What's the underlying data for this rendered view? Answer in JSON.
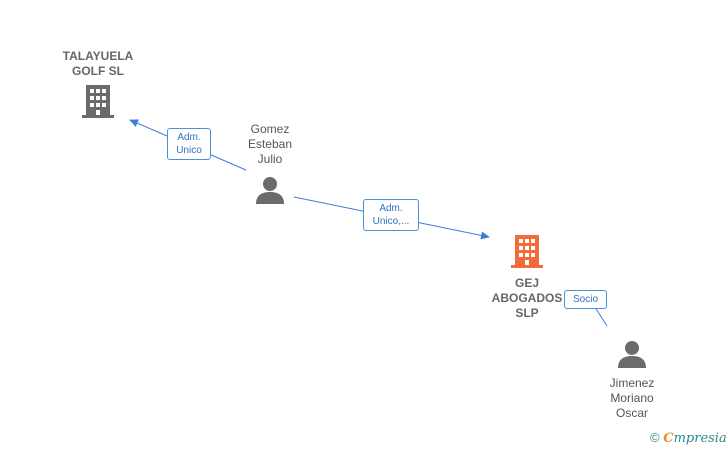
{
  "nodes": {
    "talayuela": {
      "label_line1": "TALAYUELA",
      "label_line2": "GOLF SL",
      "type": "company",
      "color": "#6b6b6b"
    },
    "gomez": {
      "label_line1": "Gomez",
      "label_line2": "Esteban",
      "label_line3": "Julio",
      "type": "person",
      "color": "#6b6b6b"
    },
    "gej": {
      "label_line1": "GEJ",
      "label_line2": "ABOGADOS",
      "label_line3": "SLP",
      "type": "company",
      "color": "#f26b3a"
    },
    "jimenez": {
      "label_line1": "Jimenez",
      "label_line2": "Moriano",
      "label_line3": "Oscar",
      "type": "person",
      "color": "#6b6b6b"
    }
  },
  "relations": {
    "r1": {
      "line1": "Adm.",
      "line2": "Unico"
    },
    "r2": {
      "line1": "Adm.",
      "line2": "Unico,..."
    },
    "r3": {
      "line1": "Socio"
    }
  },
  "edge_color": "#3b7dd8",
  "footer": {
    "copyright": "©",
    "brand_initial": "C",
    "brand_rest": "mpresia"
  }
}
